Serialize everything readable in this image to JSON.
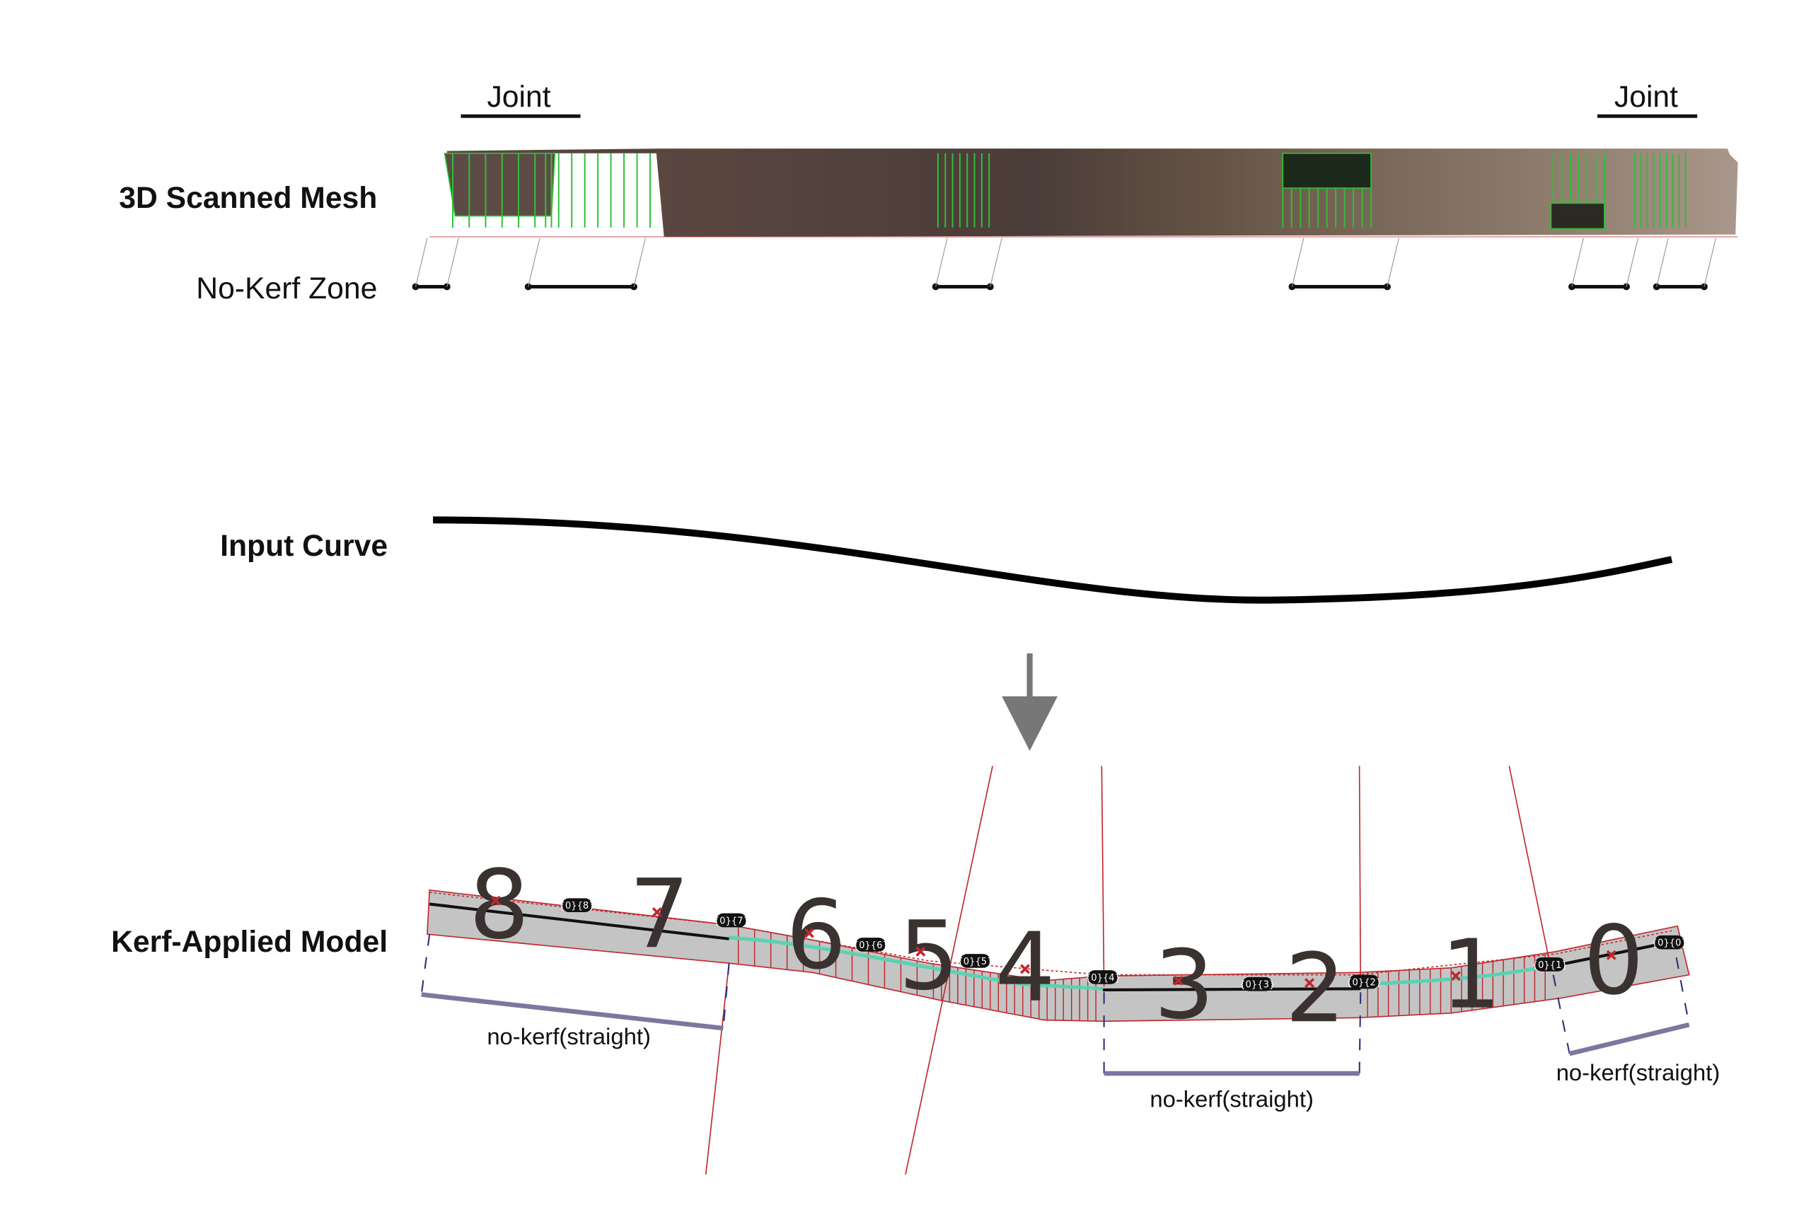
{
  "labels": {
    "scanned_mesh": "3D Scanned Mesh",
    "no_kerf_zone": "No-Kerf Zone",
    "input_curve": "Input Curve",
    "kerf_model": "Kerf-Applied Model",
    "joint_left": "Joint",
    "joint_right": "Joint"
  },
  "segments": [
    "8",
    "7",
    "6",
    "5",
    "4",
    "3",
    "2",
    "1",
    "0"
  ],
  "tags": [
    "{0}{8}",
    "{0}{7}",
    "{0}{6}",
    "{0}{5}",
    "{0}{4}",
    "{0}{3}",
    "{0}{2}",
    "{0}{1}",
    "{0}{0}"
  ],
  "no_kerf_labels": [
    "no-kerf(straight)",
    "no-kerf(straight)",
    "no-kerf(straight)"
  ],
  "colors": {
    "wood": "#5a4a42",
    "mesh_green": "#2fbf3a",
    "kerf_red": "#c0282e",
    "model_gray": "#c4c4c4",
    "centerline": "#5ad1b0",
    "no_kerf_bar": "#7b78a0",
    "arrow": "#777777"
  }
}
